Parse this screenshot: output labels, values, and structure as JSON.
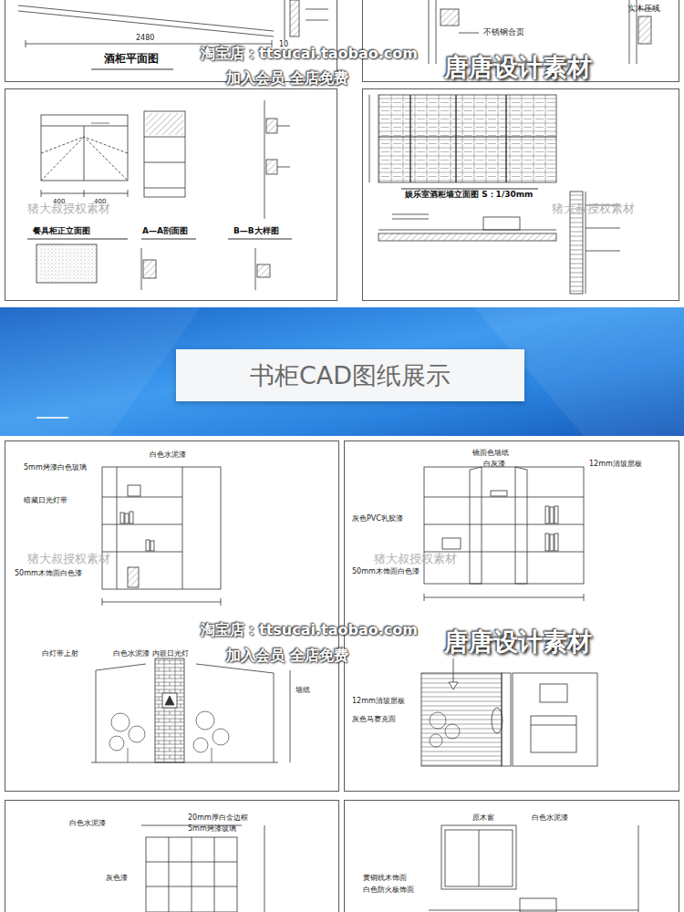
{
  "diagram": {
    "nodes": [
      {
        "text": [
          "2480",
          "酒柜平面图",
          "10"
        ]
      },
      {
        "text": [
          "不锈钢合页",
          "实木压线"
        ]
      },
      {
        "text": [
          "餐具柜正立面图",
          "A—A剖面图",
          "B—B大样图",
          "400",
          "400"
        ]
      },
      {
        "text": [
          "娱乐室酒柜墙立面图 S：1/30mm"
        ]
      },
      {
        "text": [
          "书柜CAD图纸展示"
        ]
      },
      {
        "text": [
          "白色水泥漆",
          "5mm烤漆白色玻璃",
          "暗藏日光灯带",
          "50mm木饰面白色漆",
          "白灯带上射",
          "白色水泥漆 内嵌日光灯",
          "墙纸"
        ]
      },
      {
        "text": [
          "镜面色墙纸",
          "白灰漆",
          "12mm清玻层板",
          "灰色PVC乳胶漆",
          "50mm木饰面白色漆",
          "12mm清玻层板",
          "灰色马赛克面"
        ]
      },
      {
        "text": [
          "20mm厚白金边框",
          "白色水泥漆",
          "5mm烤漆玻璃",
          "灰色漆"
        ]
      },
      {
        "text": [
          "原木窗",
          "白色水泥漆",
          "黄铜线木饰面",
          "白色防火板饰面"
        ]
      }
    ],
    "labels": [
      "淘宝店：ttsucai.taobao.com",
      "加入会员 全店免费",
      "唐唐设计素材",
      "淘宝店：ttsucai.taobao.com",
      "加入会员 全店免费",
      "唐唐设计素材",
      "猪大叔授权素材",
      "猪大叔授权素材",
      "猪大叔授权素材",
      "猪大叔授权素材"
    ]
  }
}
